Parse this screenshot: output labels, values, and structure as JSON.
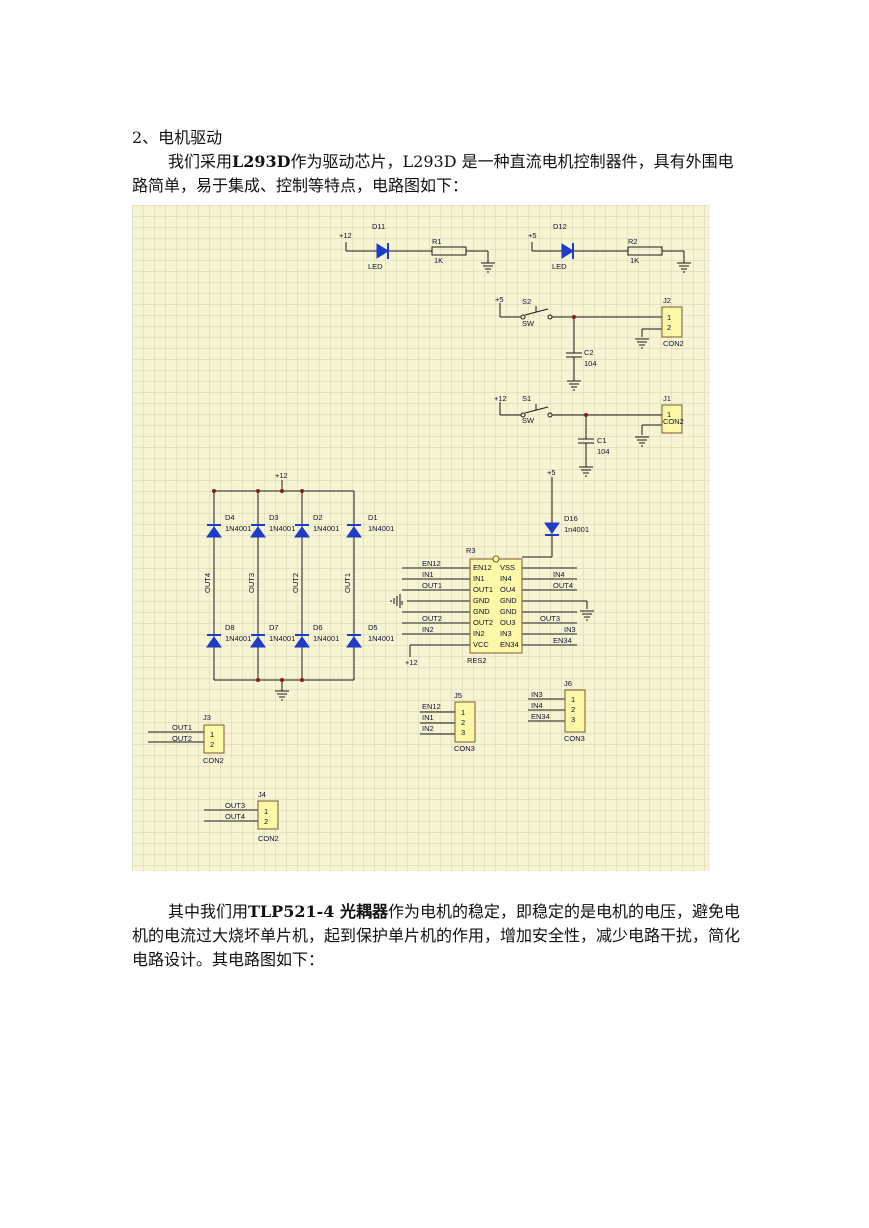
{
  "section": {
    "heading": "2、电机驱动"
  },
  "intro": {
    "pre": "我们采用",
    "bold": "L293D",
    "post": "作为驱动芯片，L293D 是一种直流电机控制器件，具有外围电路简单，易于集成、控制等特点，电路图如下："
  },
  "outro": {
    "pre": "其中我们用",
    "bold": "TLP521-4 光耦器",
    "post": "作为电机的稳定，即稳定的是电机的电压，避免电机的电流过大烧坏单片机，起到保护单片机的作用，增加安全性，减少电路干扰，简化电路设计。其电路图如下："
  },
  "schematic": {
    "grid_color": "#c9c9a0",
    "background": "#f7f4d4",
    "labels": {
      "d11": "D11",
      "d12": "D12",
      "led1": "LED",
      "led2": "LED",
      "r1": "R1",
      "r1v": "1K",
      "r2": "R2",
      "r2v": "1K",
      "p12a": "+12",
      "p5a": "+5",
      "p5b": "+5",
      "p12b": "+12",
      "p12c": "+12",
      "p5c": "+5",
      "p12d": "+12",
      "s2": "S2",
      "sw2": "SW",
      "s1": "S1",
      "sw1": "SW",
      "c2": "C2",
      "c2v": "104",
      "c1": "C1",
      "c1v": "104",
      "j2": "J2",
      "j2n": "CON2",
      "j1": "J1",
      "j1n": "CON2",
      "d4": "D4",
      "d3": "D3",
      "d2": "D2",
      "d1": "D1",
      "d8": "D8",
      "d7": "D7",
      "d6": "D6",
      "d5": "D5",
      "d4v": "1N4001",
      "d3v": "1N4001",
      "d2v": "1N4001",
      "d1v": "1N4001",
      "d8v": "1N4001",
      "d7v": "1N4001",
      "d6v": "1N4001",
      "d5v": "1N4001",
      "out4": "OUT4",
      "out3": "OUT3",
      "out2": "OUT2",
      "out1": "OUT1",
      "d16": "D16",
      "d16v": "1n4001",
      "r3": "R3",
      "res2": "RES2",
      "u_en12": "EN12",
      "u_in1": "IN1",
      "u_out1": "OUT1",
      "u_gnd": "GND",
      "u_out2": "OUT2",
      "u_in2": "IN2",
      "u_vcc": "VCC",
      "u_vss": "VSS",
      "u_in4": "IN4",
      "u_ou4": "OU4",
      "u_ou3": "OU3",
      "u_in3": "IN3",
      "u_en34": "EN34",
      "l_en12": "EN12",
      "l_in1": "IN1",
      "l_out1": "OUT1",
      "l_out2": "OUT2",
      "l_in2": "IN2",
      "r_in4": "IN4",
      "r_out4": "OUT4",
      "r_out3": "OUT3",
      "r_in3": "IN3",
      "r_en34": "EN34",
      "j3": "J3",
      "j3n": "CON2",
      "j3a": "OUT1",
      "j3b": "OUT2",
      "j5": "J5",
      "j5n": "CON3",
      "j5a": "EN12",
      "j5b": "IN1",
      "j5c": "IN2",
      "j6": "J6",
      "j6n": "CON3",
      "j6a": "IN3",
      "j6b": "IN4",
      "j6c": "EN34",
      "j4": "J4",
      "j4n": "CON2",
      "j4a": "OUT3",
      "j4b": "OUT4"
    }
  }
}
